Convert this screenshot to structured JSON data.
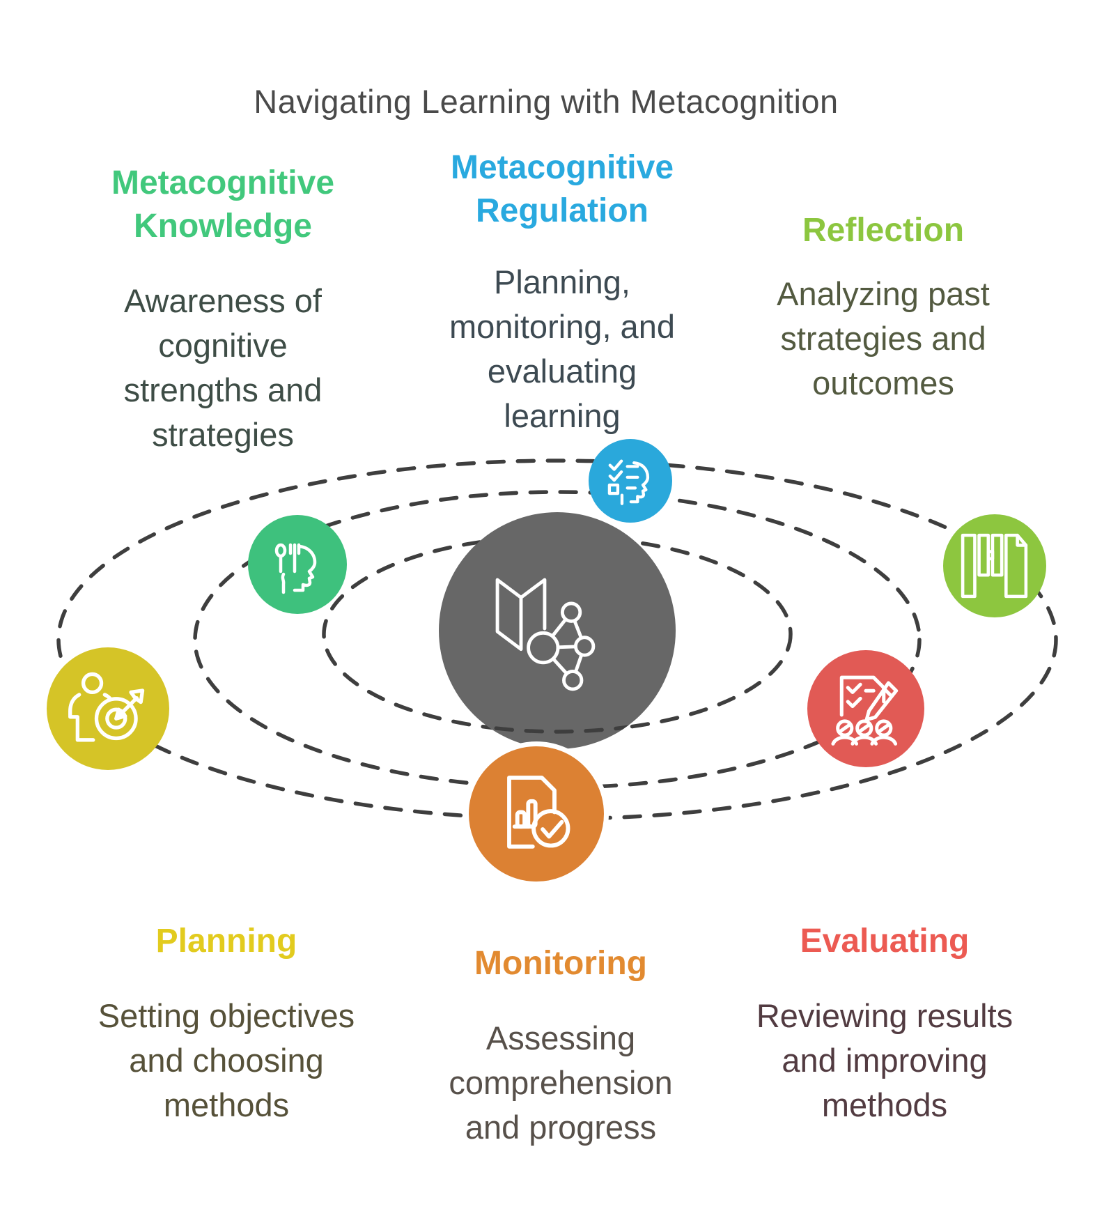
{
  "title": "Navigating Learning with Metacognition",
  "palette": {
    "background": "#FFFFFF",
    "title_color": "#4A4A4A",
    "orbit_color": "#3E3E3E",
    "center_circle_color": "#676767"
  },
  "center": {
    "icon": "map-network-icon"
  },
  "sections": [
    {
      "id": "metacognitive-knowledge",
      "title": "Metacognitive Knowledge",
      "body": "Awareness of cognitive strengths and strategies",
      "heading_color": "#41C87C",
      "body_color": "#3E4D46",
      "circle_color": "#3EC17D",
      "icon": "head-utensils-icon"
    },
    {
      "id": "metacognitive-regulation",
      "title": "Metacognitive Regulation",
      "body": "Planning, monitoring, and evaluating learning",
      "heading_color": "#29A9DF",
      "body_color": "#3D4A52",
      "circle_color": "#2AA8DB",
      "icon": "checklist-head-icon"
    },
    {
      "id": "reflection",
      "title": "Reflection",
      "body": "Analyzing past strategies and outcomes",
      "heading_color": "#8CC63F",
      "body_color": "#535A40",
      "circle_color": "#8DC63F",
      "icon": "books-icon"
    },
    {
      "id": "planning",
      "title": "Planning",
      "body": "Setting objectives and choosing methods",
      "heading_color": "#E2CB1E",
      "body_color": "#565139",
      "circle_color": "#D5C427",
      "icon": "person-target-icon"
    },
    {
      "id": "monitoring",
      "title": "Monitoring",
      "body": "Assessing comprehension and progress",
      "heading_color": "#E28A30",
      "body_color": "#57504A",
      "circle_color": "#DC8133",
      "icon": "document-chart-check-icon"
    },
    {
      "id": "evaluating",
      "title": "Evaluating",
      "body": "Reviewing results and improving methods",
      "heading_color": "#EC5A52",
      "body_color": "#523B41",
      "circle_color": "#E15A55",
      "icon": "document-pencil-people-icon"
    }
  ]
}
